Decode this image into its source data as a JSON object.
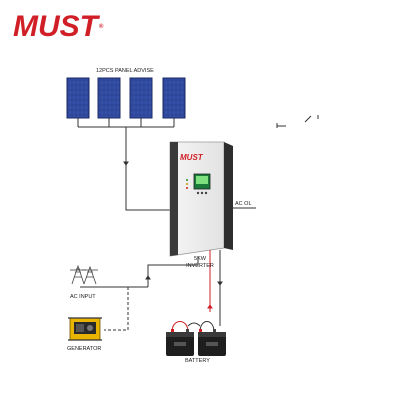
{
  "logo": {
    "text": "MUST",
    "registered": "®",
    "color": "#d01f27"
  },
  "labels": {
    "panel_advise": "12PCS PANEL ADVISE",
    "ac_output": "AC OL",
    "inverter_line1": "5KW",
    "inverter_line2": "INVERTER",
    "ac_input": "AC INPUT",
    "generator": "GENERATOR",
    "battery": "BATTERY"
  },
  "inverter": {
    "brand": "MUST",
    "screen_color": "#1a7a3a"
  },
  "solar_panel_count": 4,
  "battery_count": 2,
  "colors": {
    "wire": "#333333",
    "battery_positive": "#d01f27",
    "panel": "#2b3f8f",
    "generator": "#e8b400"
  }
}
